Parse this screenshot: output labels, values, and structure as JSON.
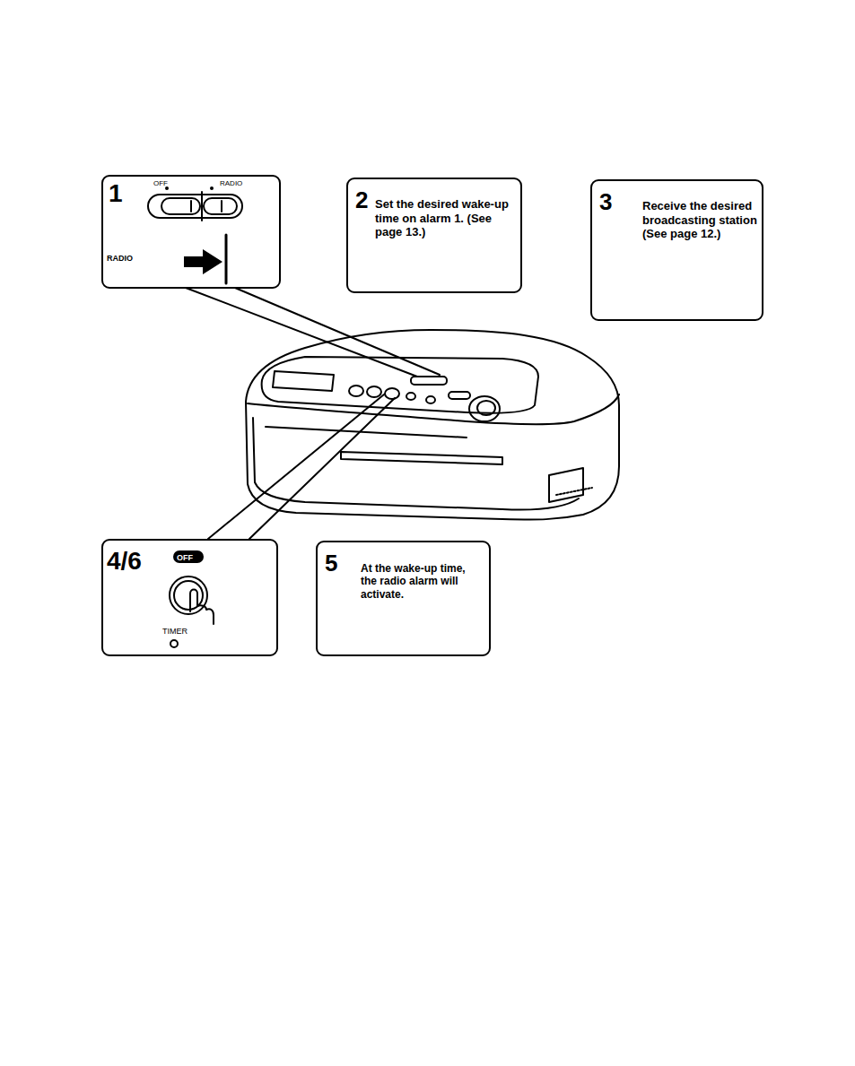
{
  "diagram": {
    "nodes": [
      {
        "text": [
          "1",
          "OFF",
          "RADIO",
          "RADIO"
        ]
      },
      {
        "text": [
          "2",
          "Set the desired wake-up time on alarm 1. (See page 13.)"
        ]
      },
      {
        "text": [
          "3",
          "Receive the desired broadcasting station (See page 12.)"
        ]
      },
      {
        "text": [
          "4/6",
          "OFF",
          "TIMER"
        ]
      },
      {
        "text": [
          "5",
          "At the wake-up time, the radio alarm will activate."
        ]
      }
    ]
  }
}
